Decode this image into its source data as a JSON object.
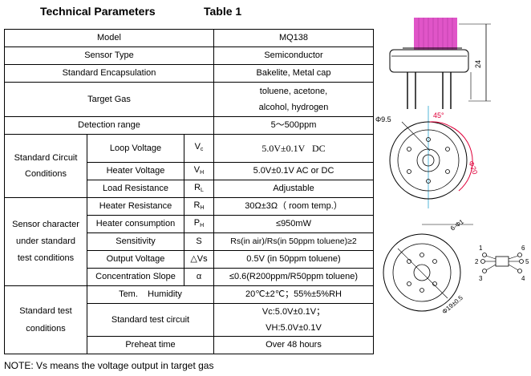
{
  "heading": {
    "title": "Technical Parameters",
    "table_label": "Table 1"
  },
  "rows": {
    "model": {
      "label": "Model",
      "value": "MQ138"
    },
    "sensor_type": {
      "label": "Sensor Type",
      "value": "Semiconductor"
    },
    "encapsulation": {
      "label": "Standard Encapsulation",
      "value": "Bakelite, Metal cap"
    },
    "target_gas": {
      "label": "Target Gas",
      "value_line1": "toluene, acetone,",
      "value_line2": "alcohol, hydrogen"
    },
    "detection_range": {
      "label": "Detection range",
      "value": "5～500ppm"
    }
  },
  "standard_circuit": {
    "group_line1": "Standard Circuit",
    "group_line2": "Conditions",
    "loop_voltage": {
      "label": "Loop Voltage",
      "symbol": "Vc",
      "value": "5.0V±0.1V   DC"
    },
    "heater_voltage": {
      "label": "Heater Voltage",
      "symbol": "VH",
      "value": "5.0V±0.1V AC or DC"
    },
    "load_resistance": {
      "label": "Load Resistance",
      "symbol": "RL",
      "value": "Adjustable"
    }
  },
  "sensor_character": {
    "group_line1": "Sensor character",
    "group_line2": "under standard",
    "group_line3": "test conditions",
    "heater_resistance": {
      "label": "Heater Resistance",
      "symbol": "RH",
      "value": "30Ω±3Ω（ room temp.）"
    },
    "heater_consumption": {
      "label": "Heater consumption",
      "symbol": "PH",
      "value": "≤950mW"
    },
    "sensitivity": {
      "label": "Sensitivity",
      "symbol": "S",
      "value": "Rs(in air)/Rs(in 50ppm toluene)≥2"
    },
    "output_voltage": {
      "label": "Output Voltage",
      "symbol": "△Vs",
      "value": "0.5V (in 50ppm toluene)"
    },
    "concentration_slope": {
      "label": "Concentration Slope",
      "symbol": "α",
      "value": "≤0.6(R200ppm/R50ppm toluene)"
    }
  },
  "standard_test": {
    "group_line1": "Standard test",
    "group_line2": "conditions",
    "tem_humidity": {
      "label": "Tem.    Humidity",
      "value": "20℃±2℃；55%±5%RH"
    },
    "test_circuit": {
      "label": "Standard test circuit",
      "value_line1": "Vc:5.0V±0.1V；",
      "value_line2": "VH:5.0V±0.1V"
    },
    "preheat_time": {
      "label": "Preheat time",
      "value": "Over 48 hours"
    }
  },
  "note": "NOTE: Vs means the voltage output in target gas",
  "drawing": {
    "dim_height": "24",
    "dim_diameter_small": "Φ9.5",
    "dim_angle": "45°",
    "dim_diameter_large": "Φ20",
    "dim_pins": "6-Φ1",
    "dim_pin_circle": "Φ19±0.5",
    "pin_numbers": [
      "1",
      "2",
      "3",
      "4",
      "5",
      "6"
    ],
    "colors": {
      "cap": "#e055c8",
      "dimension": "#e0003a",
      "axis": "#55b7d8"
    }
  }
}
